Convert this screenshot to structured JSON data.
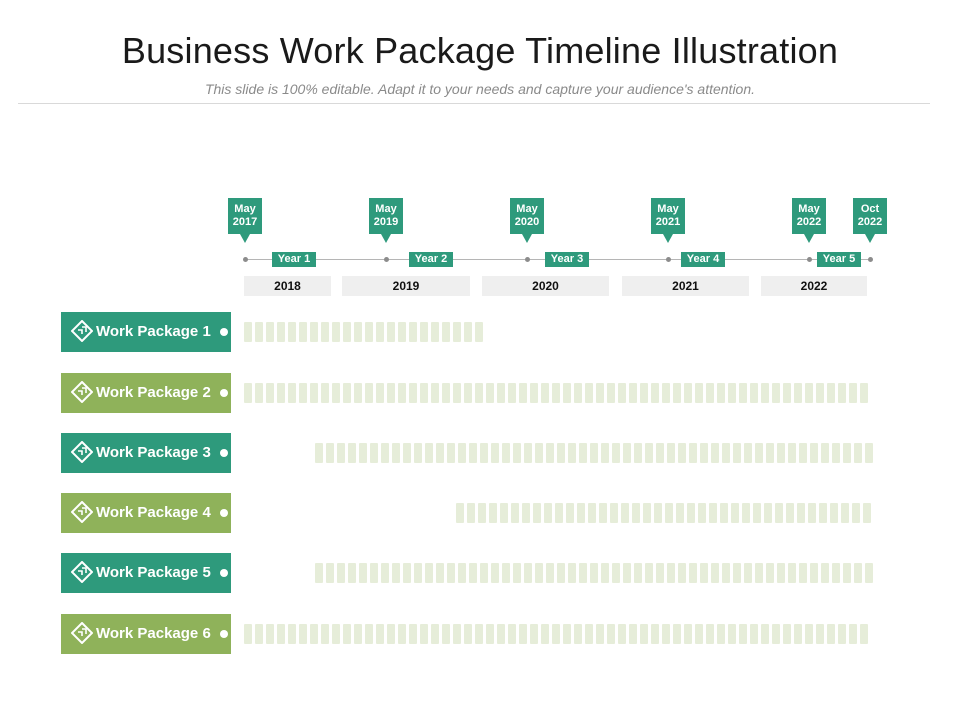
{
  "header": {
    "title": "Business Work Package Timeline Illustration",
    "subtitle": "This slide is 100% editable. Adapt it to your needs and capture your audience's attention."
  },
  "timeline": {
    "milestones": [
      {
        "month": "May",
        "year": "2017"
      },
      {
        "month": "May",
        "year": "2019"
      },
      {
        "month": "May",
        "year": "2020"
      },
      {
        "month": "May",
        "year": "2021"
      },
      {
        "month": "May",
        "year": "2022"
      },
      {
        "month": "Oct",
        "year": "2022"
      }
    ],
    "year_tags": [
      "Year 1",
      "Year 2",
      "Year 3",
      "Year 4",
      "Year 5"
    ],
    "year_bands": [
      "2018",
      "2019",
      "2020",
      "2021",
      "2022"
    ]
  },
  "work_packages": [
    {
      "label": "Work Package 1",
      "color": "#2e9a7c",
      "start_milestone": 0,
      "end_fraction": 0.388
    },
    {
      "label": "Work Package 2",
      "color": "#8fb25a",
      "start_milestone": 0,
      "end_fraction": 1.0
    },
    {
      "label": "Work Package 3",
      "color": "#2e9a7c",
      "start_milestone": 0.5,
      "end_fraction": 1.0
    },
    {
      "label": "Work Package 4",
      "color": "#8fb25a",
      "start_milestone": 1.5,
      "end_fraction": 1.0
    },
    {
      "label": "Work Package 5",
      "color": "#2e9a7c",
      "start_milestone": 0.5,
      "end_fraction": 1.0
    },
    {
      "label": "Work Package 6",
      "color": "#8fb25a",
      "start_milestone": 0,
      "end_fraction": 1.0
    }
  ],
  "icons": {
    "work_package": "diamond-flow-icon"
  },
  "colors": {
    "teal": "#2e9a7c",
    "olive": "#8fb25a",
    "bar_segment": "#e6edd9"
  }
}
